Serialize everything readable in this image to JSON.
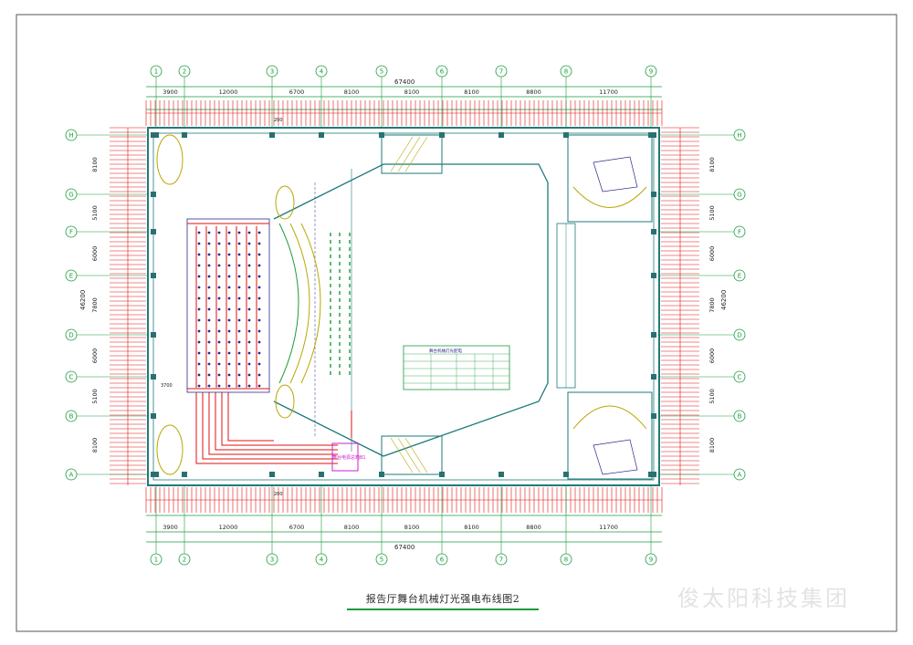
{
  "drawing": {
    "title": "报告厅舞台机械灯光强电布线图2",
    "watermark": "俊太阳科技集团",
    "total_width": "67400",
    "total_depth": "46200",
    "col_axes": [
      "1",
      "2",
      "3",
      "4",
      "5",
      "6",
      "7",
      "8",
      "9"
    ],
    "col_spans": [
      "3900",
      "12000",
      "6700",
      "8100",
      "8100",
      "8100",
      "8800",
      "11700"
    ],
    "row_axes": [
      "H",
      "G",
      "F",
      "E",
      "D",
      "C",
      "B",
      "A"
    ],
    "row_spans": [
      "8100",
      "5100",
      "6000",
      "7800",
      "6000",
      "5100",
      "8100"
    ],
    "stage_dim": "200",
    "side_dim": "3700",
    "box_label": "舞台电源总箱B1",
    "table_title": "舞台机械灯光配电"
  },
  "colors": {
    "axis": "#1a9c3c",
    "wall": "#1e7a7a",
    "cable": "#e01010",
    "stair": "#b8a800",
    "equipment": "#2a2a8a",
    "box": "#cc22cc"
  }
}
